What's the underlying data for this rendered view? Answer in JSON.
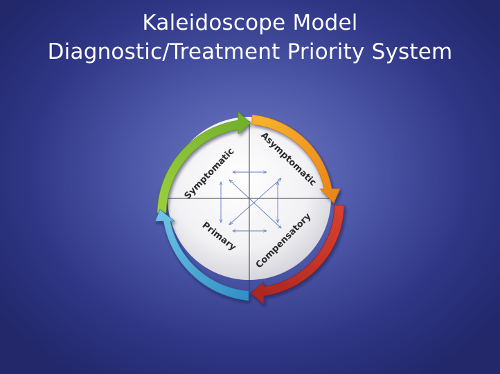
{
  "slide": {
    "title_line1": "Kaleidoscope Model",
    "title_line2": "Diagnostic/Treatment Priority System"
  },
  "diagram": {
    "quadrants": {
      "top_left": "Symptomatic",
      "top_right": "Asymptomatic",
      "bottom_left": "Primary",
      "bottom_right": "Compensatory"
    },
    "arrow_colors": {
      "green": "#8cc63f",
      "orange": "#f39c1e",
      "red": "#c8322b",
      "blue": "#4aa8d4"
    }
  },
  "colors": {
    "background": "#3a419a",
    "title_text": "#ffffff"
  }
}
